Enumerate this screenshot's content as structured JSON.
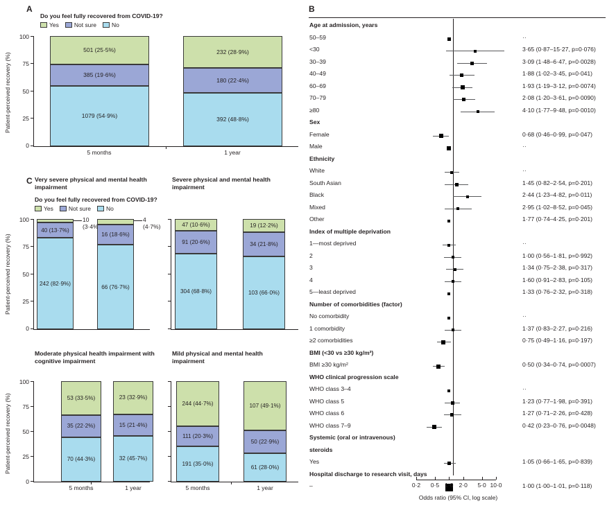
{
  "figure": {
    "panelA_letter": "A",
    "panelB_letter": "B",
    "panelC_letter": "C"
  },
  "legend": {
    "title": "Do you feel fully recovered from COVID-19?",
    "items": [
      {
        "label": "Yes",
        "color": "#cde0ab"
      },
      {
        "label": "Not sure",
        "color": "#9ba7d6"
      },
      {
        "label": "No",
        "color": "#a9dcee"
      }
    ]
  },
  "axes": {
    "ylabel": "Patient-perceived recovery (%)",
    "yticks": [
      "100",
      "75",
      "50",
      "25",
      "0"
    ],
    "xcats": [
      "5 months",
      "1 year"
    ]
  },
  "chart_data": [
    {
      "id": "panelA",
      "type": "bar",
      "stacked": true,
      "title": "",
      "xlabel": "",
      "ylabel": "Patient-perceived recovery (%)",
      "ylim": [
        0,
        100
      ],
      "categories": [
        "5 months",
        "1 year"
      ],
      "series": [
        {
          "name": "Yes",
          "color": "#cde0ab",
          "values": [
            25.5,
            28.9
          ],
          "labels": [
            "501 (25·5%)",
            "232 (28·9%)"
          ]
        },
        {
          "name": "Not sure",
          "color": "#9ba7d6",
          "values": [
            19.6,
            22.4
          ],
          "labels": [
            "385 (19·6%)",
            "180 (22·4%)"
          ]
        },
        {
          "name": "No",
          "color": "#a9dcee",
          "values": [
            54.9,
            48.8
          ],
          "labels": [
            "1079 (54·9%)",
            "392 (48·8%)"
          ]
        }
      ]
    },
    {
      "id": "panelC1",
      "type": "bar",
      "stacked": true,
      "title": "Very severe physical and mental health impairment",
      "ylabel": "Patient-perceived recovery (%)",
      "ylim": [
        0,
        100
      ],
      "categories": [
        "5 months",
        "1 year"
      ],
      "series": [
        {
          "name": "Yes",
          "color": "#cde0ab",
          "values": [
            3.4,
            4.7
          ],
          "labels": [
            "10",
            "4"
          ],
          "sublabels": [
            "(3·4%)",
            "(4·7%)"
          ],
          "outside": true
        },
        {
          "name": "Not sure",
          "color": "#9ba7d6",
          "values": [
            13.7,
            18.6
          ],
          "labels": [
            "40 (13·7%)",
            "16 (18·6%)"
          ]
        },
        {
          "name": "No",
          "color": "#a9dcee",
          "values": [
            82.9,
            76.7
          ],
          "labels": [
            "242 (82·9%)",
            "66 (76·7%)"
          ]
        }
      ]
    },
    {
      "id": "panelC2",
      "type": "bar",
      "stacked": true,
      "title": "Severe physical and mental health impairment",
      "ylabel": "",
      "ylim": [
        0,
        100
      ],
      "categories": [
        "5 months",
        "1 year"
      ],
      "series": [
        {
          "name": "Yes",
          "color": "#cde0ab",
          "values": [
            10.6,
            12.2
          ],
          "labels": [
            "47 (10·6%)",
            "19 (12·2%)"
          ]
        },
        {
          "name": "Not sure",
          "color": "#9ba7d6",
          "values": [
            20.6,
            21.8
          ],
          "labels": [
            "91 (20·6%)",
            "34 (21·8%)"
          ]
        },
        {
          "name": "No",
          "color": "#a9dcee",
          "values": [
            68.8,
            66.0
          ],
          "labels": [
            "304 (68·8%)",
            "103 (66·0%)"
          ]
        }
      ]
    },
    {
      "id": "panelC3",
      "type": "bar",
      "stacked": true,
      "title": "Moderate physical health impairment with cognitive impairment",
      "ylabel": "Patient-perceived recovery (%)",
      "ylim": [
        0,
        100
      ],
      "categories": [
        "5 months",
        "1 year"
      ],
      "series": [
        {
          "name": "Yes",
          "color": "#cde0ab",
          "values": [
            33.5,
            32.9
          ],
          "labels": [
            "53 (33·5%)",
            "23 (32·9%)"
          ]
        },
        {
          "name": "Not sure",
          "color": "#9ba7d6",
          "values": [
            22.2,
            21.4
          ],
          "labels": [
            "35 (22·2%)",
            "15 (21·4%)"
          ]
        },
        {
          "name": "No",
          "color": "#a9dcee",
          "values": [
            44.3,
            45.7
          ],
          "labels": [
            "70 (44·3%)",
            "32 (45·7%)"
          ]
        }
      ]
    },
    {
      "id": "panelC4",
      "type": "bar",
      "stacked": true,
      "title": "Mild physical  and mental health impairment",
      "ylabel": "",
      "ylim": [
        0,
        100
      ],
      "categories": [
        "5 months",
        "1 year"
      ],
      "series": [
        {
          "name": "Yes",
          "color": "#cde0ab",
          "values": [
            44.7,
            49.1
          ],
          "labels": [
            "244 (44·7%)",
            "107 (49·1%)"
          ]
        },
        {
          "name": "Not sure",
          "color": "#9ba7d6",
          "values": [
            20.3,
            22.9
          ],
          "labels": [
            "111 (20·3%)",
            "50 (22·9%)"
          ]
        },
        {
          "name": "No",
          "color": "#a9dcee",
          "values": [
            35.0,
            28.0
          ],
          "labels": [
            "191 (35·0%)",
            "61 (28·0%)"
          ]
        }
      ]
    },
    {
      "id": "panelB",
      "type": "forest",
      "xlabel": "Odds ratio (95% CI, log scale)",
      "xticks": [
        "0·2",
        "0·5",
        "1·0",
        "2·0",
        "5·0",
        "10·0"
      ],
      "xtickvals": [
        0.2,
        0.5,
        1.0,
        2.0,
        5.0,
        10.0
      ],
      "xlim": [
        0.2,
        12.0
      ],
      "refline": 1.0,
      "rows": [
        {
          "label": "Age at admission, years",
          "header": true
        },
        {
          "label": "50–59",
          "value": "··",
          "or": 1.0,
          "lo": 1.0,
          "hi": 1.0,
          "size": 5
        },
        {
          "label": "<30",
          "value": "3·65 (0·87–15·27, p=0·076)",
          "or": 3.65,
          "lo": 0.87,
          "hi": 15.27,
          "size": 4
        },
        {
          "label": "30–39",
          "value": "3·09 (1·48–6·47, p=0·0028)",
          "or": 3.09,
          "lo": 1.48,
          "hi": 6.47,
          "size": 5
        },
        {
          "label": "40–49",
          "value": "1·88 (1·02–3·45, p=0·041)",
          "or": 1.88,
          "lo": 1.02,
          "hi": 3.45,
          "size": 5
        },
        {
          "label": "60–69",
          "value": "1·93 (1·19–3·12, p=0·0074)",
          "or": 1.93,
          "lo": 1.19,
          "hi": 3.12,
          "size": 6
        },
        {
          "label": "70–79",
          "value": "2·08 (1·20–3·61, p=0·0090)",
          "or": 2.08,
          "lo": 1.2,
          "hi": 3.61,
          "size": 5
        },
        {
          "label": "≥80",
          "value": "4·10 (1·77–9·48, p=0·0010)",
          "or": 4.1,
          "lo": 1.77,
          "hi": 9.48,
          "size": 4
        },
        {
          "label": "Sex",
          "header": true
        },
        {
          "label": "Female",
          "value": "0·68 (0·46–0·99, p=0·047)",
          "or": 0.68,
          "lo": 0.46,
          "hi": 0.99,
          "size": 6
        },
        {
          "label": "Male",
          "value": "··",
          "or": 1.0,
          "lo": 1.0,
          "hi": 1.0,
          "size": 6
        },
        {
          "label": "Ethnicity",
          "header": true
        },
        {
          "label": "White",
          "value": "··",
          "or": 1.15,
          "lo": 0.8,
          "hi": 1.65,
          "size": 4
        },
        {
          "label": "South Asian",
          "value": "1·45 (0·82–2·54, p=0·201)",
          "or": 1.45,
          "lo": 0.82,
          "hi": 2.54,
          "size": 5
        },
        {
          "label": "Black",
          "value": "2·44 (1·23–4·82, p=0·011)",
          "or": 2.44,
          "lo": 1.23,
          "hi": 4.82,
          "size": 4
        },
        {
          "label": "Mixed",
          "value": "2·95 (1·02–8·52, p=0·045)",
          "or": 1.55,
          "lo": 0.8,
          "hi": 3.0,
          "size": 4
        },
        {
          "label": "Other",
          "value": "1·77 (0·74–4·25, p=0·201)",
          "or": 1.0,
          "lo": 1.0,
          "hi": 1.0,
          "size": 4
        },
        {
          "label": "Index of multiple deprivation",
          "header": true
        },
        {
          "label": "1—most deprived",
          "value": "··",
          "or": 1.0,
          "lo": 0.72,
          "hi": 1.4,
          "size": 4
        },
        {
          "label": "2",
          "value": "1·00 (0·56–1·81, p=0·992)",
          "or": 1.2,
          "lo": 0.78,
          "hi": 1.85,
          "size": 4
        },
        {
          "label": "3",
          "value": "1·34 (0·75–2·38, p=0·317)",
          "or": 1.34,
          "lo": 0.87,
          "hi": 2.0,
          "size": 4
        },
        {
          "label": "4",
          "value": "1·60 (0·91–2·83, p=0·105)",
          "or": 1.2,
          "lo": 0.8,
          "hi": 1.85,
          "size": 4
        },
        {
          "label": "5—least deprived",
          "value": "1·33 (0·76–2·32, p=0·318)",
          "or": 1.0,
          "lo": 1.0,
          "hi": 1.0,
          "size": 4
        },
        {
          "label": "Number of comorbidities (factor)",
          "header": true
        },
        {
          "label": "No comorbidity",
          "value": "··",
          "or": 1.0,
          "lo": 1.0,
          "hi": 1.0,
          "size": 4
        },
        {
          "label": "1 comorbidity",
          "value": "1·37 (0·83–2·27, p=0·216)",
          "or": 1.22,
          "lo": 0.8,
          "hi": 1.85,
          "size": 4
        },
        {
          "label": "≥2 comorbidities",
          "value": "0·75 (0·49–1·16, p=0·197)",
          "or": 0.75,
          "lo": 0.55,
          "hi": 1.08,
          "size": 6
        },
        {
          "label": "BMI (<30 vs ≥30 kg/m²)",
          "header": true
        },
        {
          "label": "BMI ≥30 kg/m²",
          "value": "0·50 (0·34–0·74, p=0·0007)",
          "or": 0.6,
          "lo": 0.45,
          "hi": 0.8,
          "size": 6
        },
        {
          "label": "WHO clinical progression scale",
          "header": true
        },
        {
          "label": "WHO class 3–4",
          "value": "··",
          "or": 1.0,
          "lo": 1.0,
          "hi": 1.0,
          "size": 4
        },
        {
          "label": "WHO class 5",
          "value": "1·23 (0·77–1·98, p=0·391)",
          "or": 1.2,
          "lo": 0.82,
          "hi": 1.72,
          "size": 5
        },
        {
          "label": "WHO class 6",
          "value": "1·27 (0·71–2·26, p=0·428)",
          "or": 1.16,
          "lo": 0.78,
          "hi": 1.8,
          "size": 5
        },
        {
          "label": "WHO class 7–9",
          "value": "0·42 (0·23–0·76, p=0·0048)",
          "or": 0.48,
          "lo": 0.33,
          "hi": 0.7,
          "size": 6
        },
        {
          "label": "Systemic (oral or intravenous)",
          "header": true
        },
        {
          "label": "steroids",
          "header": true
        },
        {
          "label": "Yes",
          "value": "1·05 (0·66–1·65, p=0·839)",
          "or": 1.02,
          "lo": 0.78,
          "hi": 1.38,
          "size": 5
        },
        {
          "label": "Hospital discharge to research visit, days",
          "header": true
        },
        {
          "label": "–",
          "value": "1·00 (1·00–1·01, p=0·118)",
          "or": 1.0,
          "lo": 1.0,
          "hi": 1.0,
          "size": 11
        }
      ]
    }
  ]
}
